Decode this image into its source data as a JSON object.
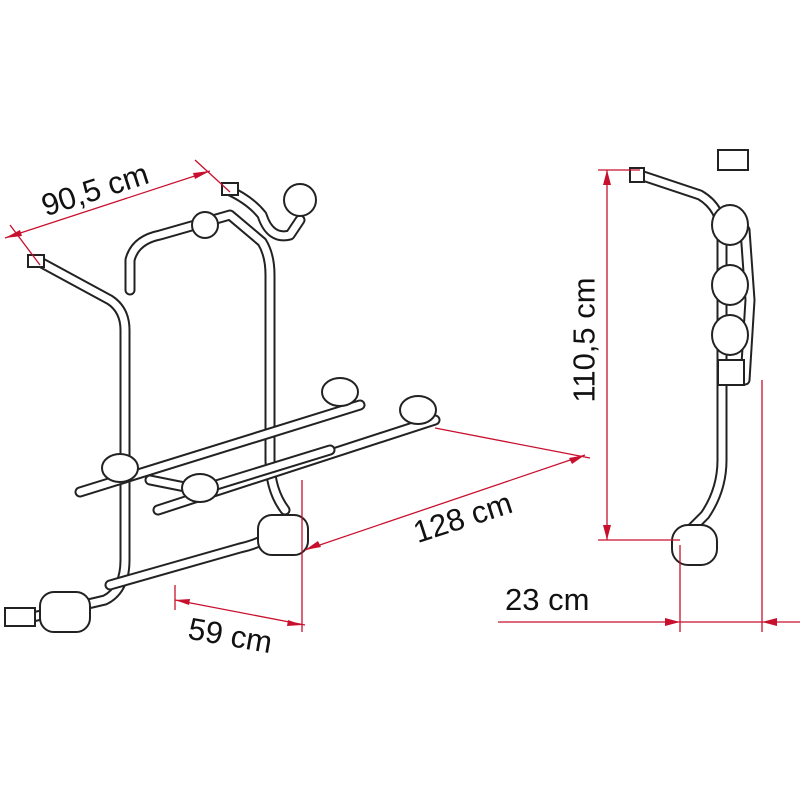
{
  "dimensions": {
    "width_top": "90,5 cm",
    "height": "110,5 cm",
    "depth_arms": "128 cm",
    "width_bottom": "59 cm",
    "side_depth": "23 cm"
  },
  "colors": {
    "dimension_line": "#c8102e",
    "outline": "#222222"
  }
}
